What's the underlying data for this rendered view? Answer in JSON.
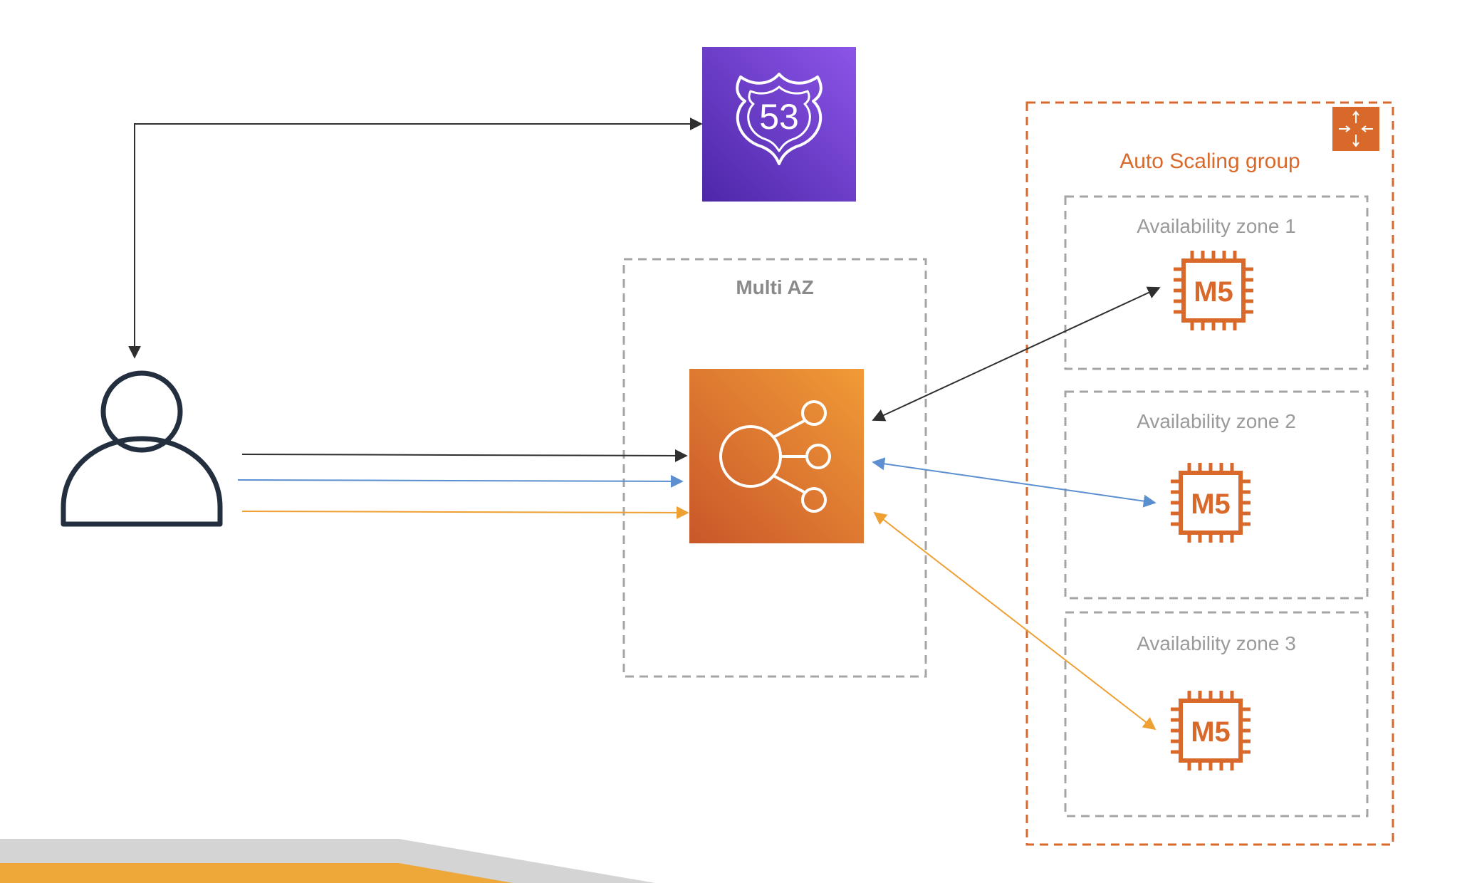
{
  "route53": {
    "icon": "route53-shield-icon",
    "number": "53",
    "color_top": "#8c55e8",
    "color_bottom": "#4d27a8"
  },
  "user": {
    "icon": "user-icon",
    "color": "#232f3e"
  },
  "load_balancer": {
    "icon": "load-balancer-icon",
    "color_top": "#f19b37",
    "color_bottom": "#c9572a"
  },
  "multi_az": {
    "label": "Multi AZ"
  },
  "auto_scaling_group": {
    "label": "Auto Scaling group",
    "icon": "auto-scaling-icon",
    "color": "#d9692b"
  },
  "availability_zones": [
    {
      "label": "Availability zone 1",
      "instance_label": "M5"
    },
    {
      "label": "Availability zone 2",
      "instance_label": "M5"
    },
    {
      "label": "Availability zone 3",
      "instance_label": "M5"
    }
  ],
  "arrow_colors": {
    "black": "#2f2f2f",
    "blue": "#5b8fd0",
    "orange": "#eea033"
  },
  "footer": {
    "gray": "#d4d4d4",
    "orange": "#eea83a"
  }
}
